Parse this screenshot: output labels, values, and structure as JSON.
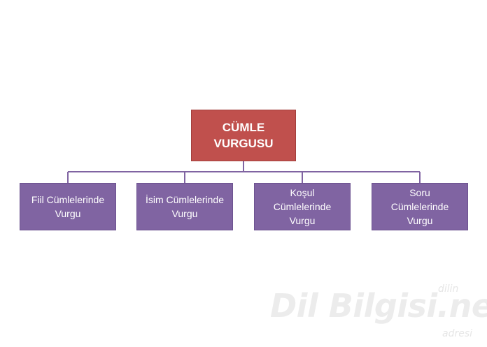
{
  "diagram": {
    "root": {
      "line1": "CÜMLE",
      "line2": "VURGUSU",
      "color": "#c0504d"
    },
    "children": [
      {
        "lines": [
          "Fiil Cümlelerinde",
          "Vurgu"
        ]
      },
      {
        "lines": [
          "İsim Cümlelerinde",
          "Vurgu"
        ]
      },
      {
        "lines": [
          "Koşul",
          "Cümlelerinde",
          "Vurgu"
        ]
      },
      {
        "lines": [
          "Soru",
          "Cümlelerinde",
          "Vurgu"
        ]
      }
    ],
    "child_color": "#8064a2",
    "connector_color": "#8064a2"
  },
  "watermark": {
    "main": "Dil Bilgisi.net",
    "top": "dilin",
    "bottom": "adresi"
  }
}
